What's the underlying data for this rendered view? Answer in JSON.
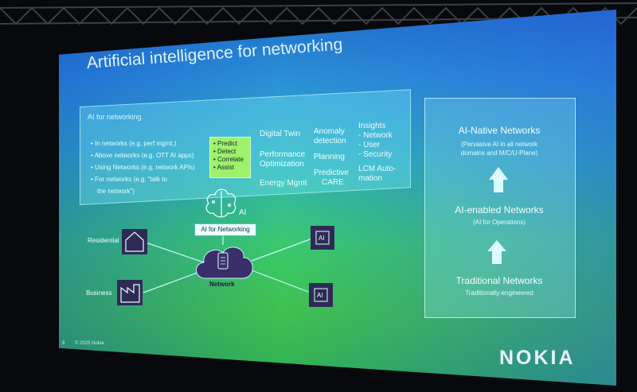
{
  "slide": {
    "title": "Artificial intelligence for networking",
    "panel_label": "AI for networking",
    "ai_uses": [
      "• In networks (e.g. perf mgmt.)",
      "• Above networks (e.g. OTT AI apps)",
      "• Using Networks (e.g. network APIs)",
      "• For networks (e.g. \"talk to",
      "the network\")"
    ],
    "green_box": [
      "• Predict",
      "• Detect",
      "• Correlate",
      "• Assist"
    ],
    "col1": [
      "Digital Twin",
      "Performance",
      "Optimization",
      "Energy Mgmt"
    ],
    "col2": [
      "Anomaly",
      "detection",
      "Planning",
      "Predictive",
      "CARE"
    ],
    "col3": [
      "Insights",
      "- Network",
      "- User",
      "- Security",
      "LCM Auto-",
      "mation"
    ],
    "ai_label": "AI",
    "ai_for_networking": "AI for Networking",
    "residential": "Residential",
    "business": "Business",
    "network": "Network",
    "chip_label": "AI",
    "right": {
      "h1": "AI-Native Networks",
      "s1a": "(Pervasive AI in all network",
      "s1b": "domains and M/C/U-Plane)",
      "h2": "AI-enabled Networks",
      "s2": "(AI for Operations)",
      "h3": "Traditional Networks",
      "s3": "Traditionally-engineered"
    },
    "footer_page": "8",
    "footer_copy": "© 2025 Nokia",
    "logo": "NOKIA"
  },
  "colors": {
    "screen_top": "#1f6fc9",
    "screen_bottom": "#3fc24e",
    "accent_green": "#9ff06a",
    "cloud": "#3a2f6b"
  }
}
